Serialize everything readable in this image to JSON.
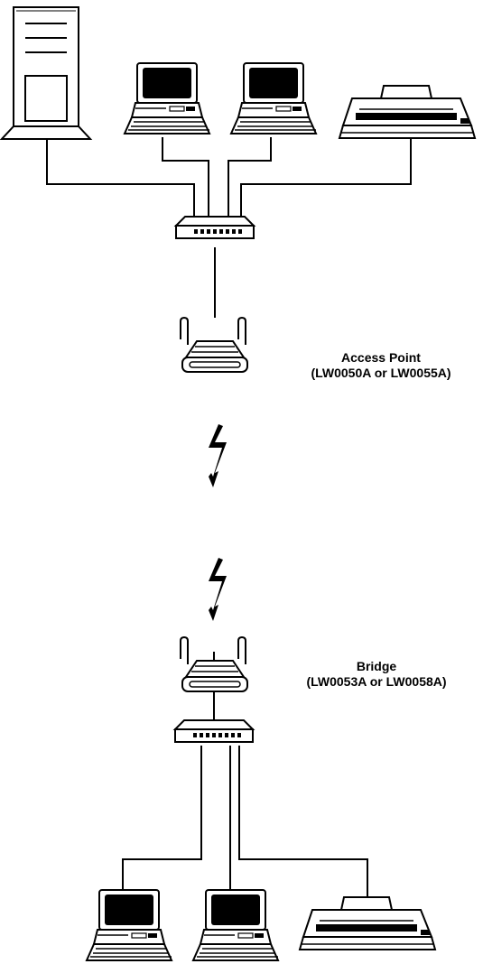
{
  "labels": {
    "access_point": {
      "name": "Access Point",
      "models": "(LW0050A or LW0055A)"
    },
    "bridge": {
      "name": "Bridge",
      "models": "(LW0053A or LW0058A)"
    }
  },
  "icons": {
    "server": "tower-server-icon",
    "computer": "desktop-computer-icon",
    "printer": "printer-icon",
    "hub": "network-hub-icon",
    "wireless_device": "wireless-device-icon",
    "wireless_link": "lightning-bolt-icon"
  },
  "colors": {
    "line": "#000000",
    "fill": "#ffffff"
  }
}
